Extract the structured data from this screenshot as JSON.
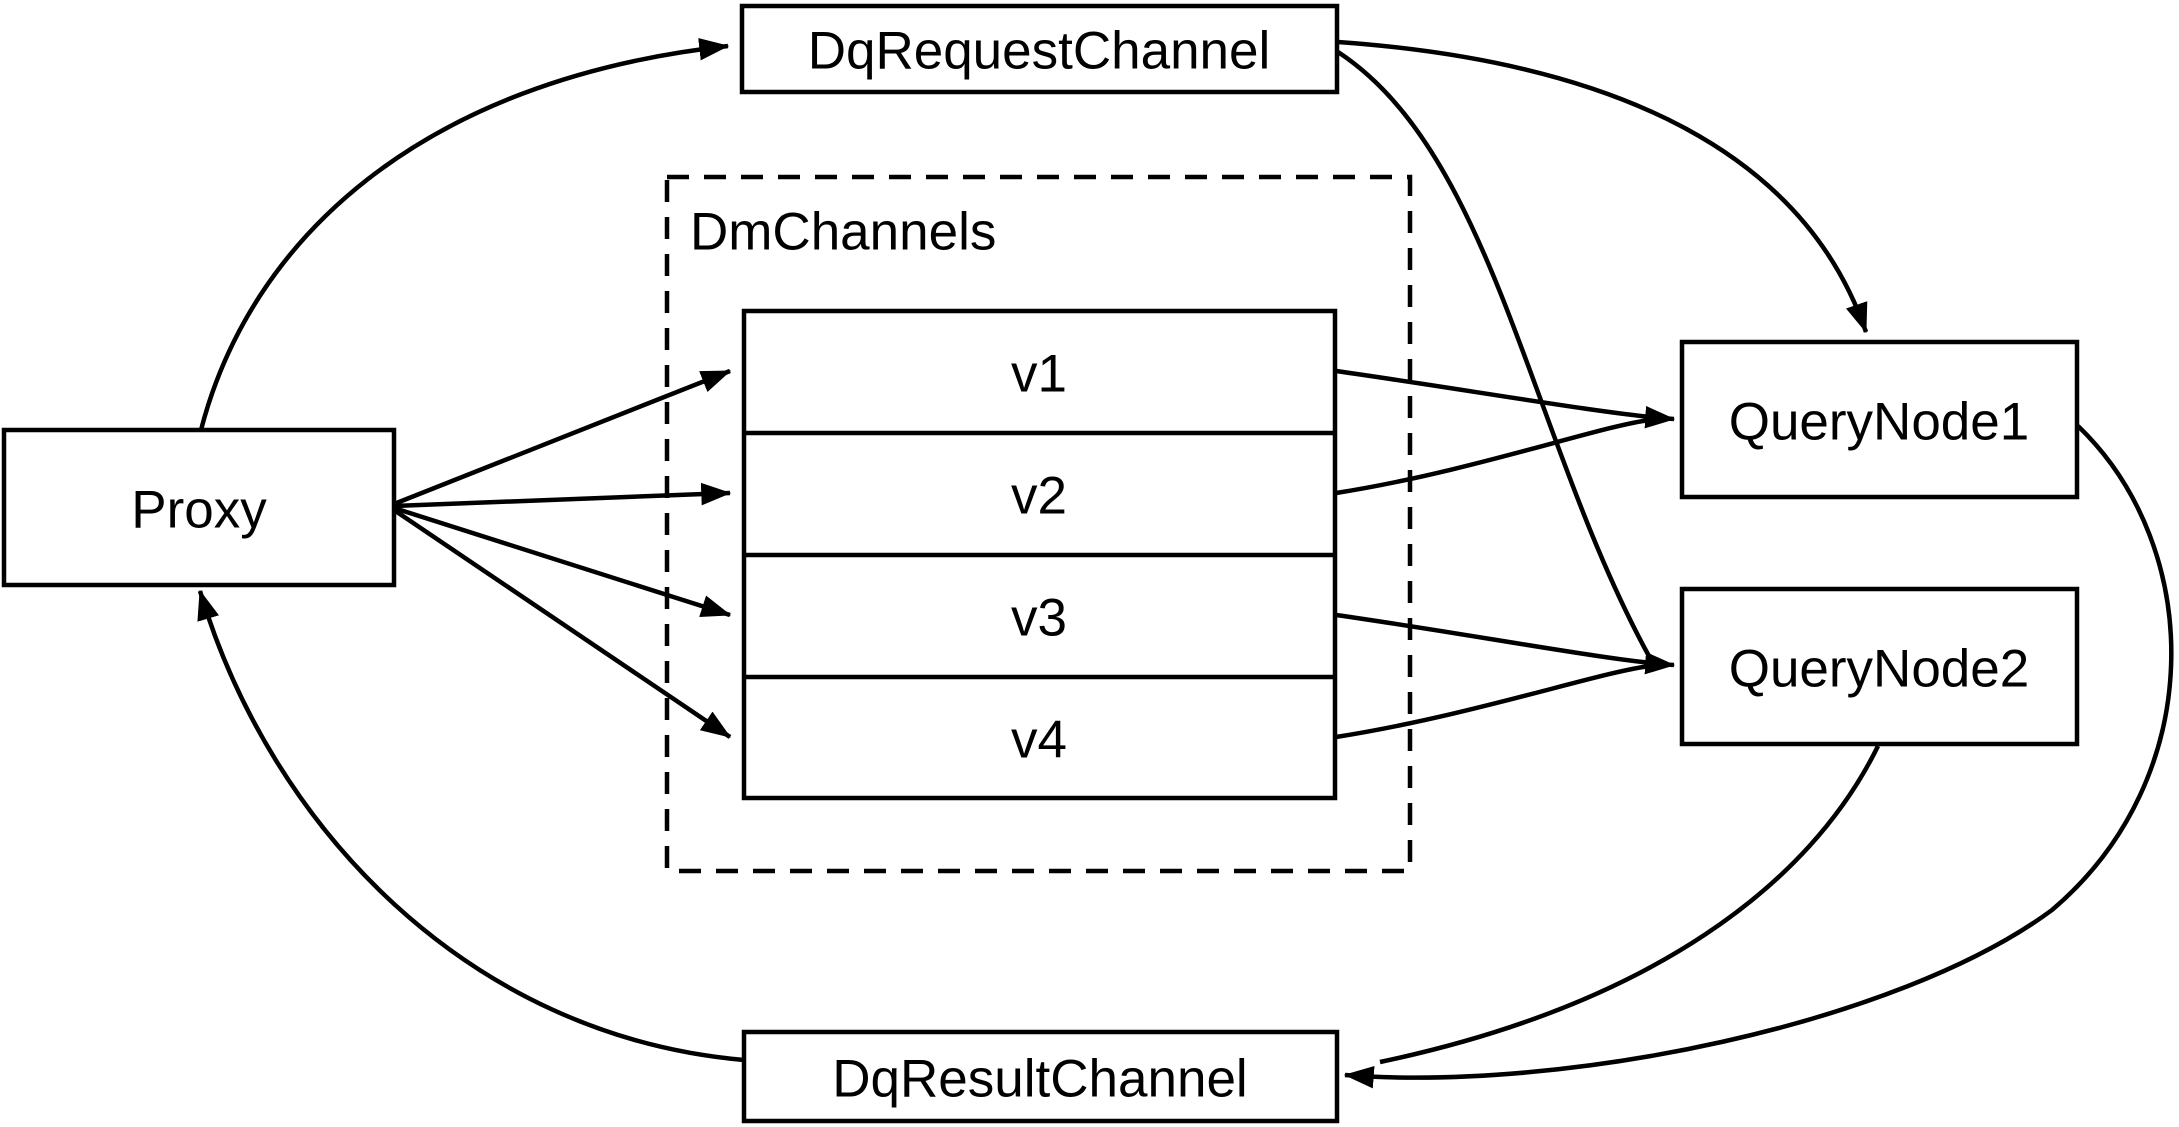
{
  "diagram": {
    "colors": {
      "background": "#ffffff",
      "stroke": "#000000",
      "text": "#000000"
    },
    "nodes": {
      "proxy": {
        "label": "Proxy"
      },
      "dq_request_channel": {
        "label": "DqRequestChannel"
      },
      "dm_channels_group": {
        "label": "DmChannels"
      },
      "query_node_1": {
        "label": "QueryNode1"
      },
      "query_node_2": {
        "label": "QueryNode2"
      },
      "dq_result_channel": {
        "label": "DqResultChannel"
      }
    },
    "channels": [
      {
        "label": "v1"
      },
      {
        "label": "v2"
      },
      {
        "label": "v3"
      },
      {
        "label": "v4"
      }
    ],
    "edges": [
      {
        "from": "Proxy",
        "to": "DqRequestChannel"
      },
      {
        "from": "Proxy",
        "to": "v1"
      },
      {
        "from": "Proxy",
        "to": "v2"
      },
      {
        "from": "Proxy",
        "to": "v3"
      },
      {
        "from": "Proxy",
        "to": "v4"
      },
      {
        "from": "v1",
        "to": "QueryNode1"
      },
      {
        "from": "v2",
        "to": "QueryNode1"
      },
      {
        "from": "v3",
        "to": "QueryNode2"
      },
      {
        "from": "v4",
        "to": "QueryNode2"
      },
      {
        "from": "DqRequestChannel",
        "to": "QueryNode1"
      },
      {
        "from": "DqRequestChannel",
        "to": "QueryNode2"
      },
      {
        "from": "QueryNode1",
        "to": "DqResultChannel"
      },
      {
        "from": "QueryNode2",
        "to": "DqResultChannel"
      },
      {
        "from": "DqResultChannel",
        "to": "Proxy"
      }
    ]
  }
}
